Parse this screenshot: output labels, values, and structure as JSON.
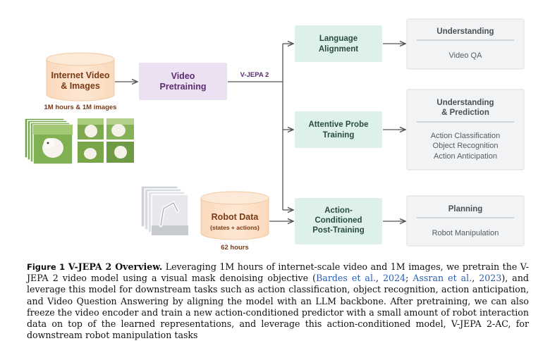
{
  "diagram": {
    "internet": {
      "title_line1": "Internet Video",
      "title_line2": "& Images",
      "caption": "1M hours & 1M images"
    },
    "pretrain": {
      "line1": "Video",
      "line2": "Pretraining"
    },
    "model_label": "V-JEPA 2",
    "robot": {
      "title": "Robot Data",
      "subtitle": "(states + actions)",
      "caption": "62 hours"
    },
    "stages": [
      {
        "line1": "Language",
        "line2": "Alignment",
        "line3": ""
      },
      {
        "line1": "Attentive Probe",
        "line2": "Training",
        "line3": ""
      },
      {
        "line1": "Action-",
        "line2": "Conditioned",
        "line3": "Post-Training"
      }
    ],
    "outcomes": [
      {
        "title1": "Understanding",
        "title2": "",
        "items": [
          "Video QA"
        ]
      },
      {
        "title1": "Understanding",
        "title2": "& Prediction",
        "items": [
          "Action Classification",
          "Object Recognition",
          "Action Anticipation"
        ]
      },
      {
        "title1": "Planning",
        "title2": "",
        "items": [
          "Robot Manipulation"
        ]
      }
    ],
    "colors": {
      "pretrain_fill": "#ece0f3",
      "pretrain_text": "#5a2d6e",
      "stage_fill": "#ddf1ea",
      "outcome_fill": "#f2f3f5",
      "cylinder_fill": "#fde5cf",
      "cylinder_text": "#7a3a16",
      "arrow": "#555555"
    }
  },
  "caption": {
    "label": "Figure 1",
    "title": "V-JEPA 2 Overview.",
    "t1": "Leveraging 1M hours of internet-scale video and 1M images, we pretrain the V-JEPA 2 video model using a visual mask denoising objective (",
    "c1": "Bardes et al.",
    "t2": ", ",
    "c2": "2024",
    "t3": "; ",
    "c3": "Assran et al.",
    "t4": ", ",
    "c4": "2023",
    "t5": "), and leverage this model for downstream tasks such as action classification, object recognition, action anticipation, and Video Question Answering by aligning the model with an LLM backbone. After pretraining, we can also freeze the video encoder and train a new action-conditioned predictor with a small amount of robot interaction data on top of the learned representations, and leverage this action-conditioned model, V-JEPA 2-AC, for downstream robot manipulation tasks"
  }
}
